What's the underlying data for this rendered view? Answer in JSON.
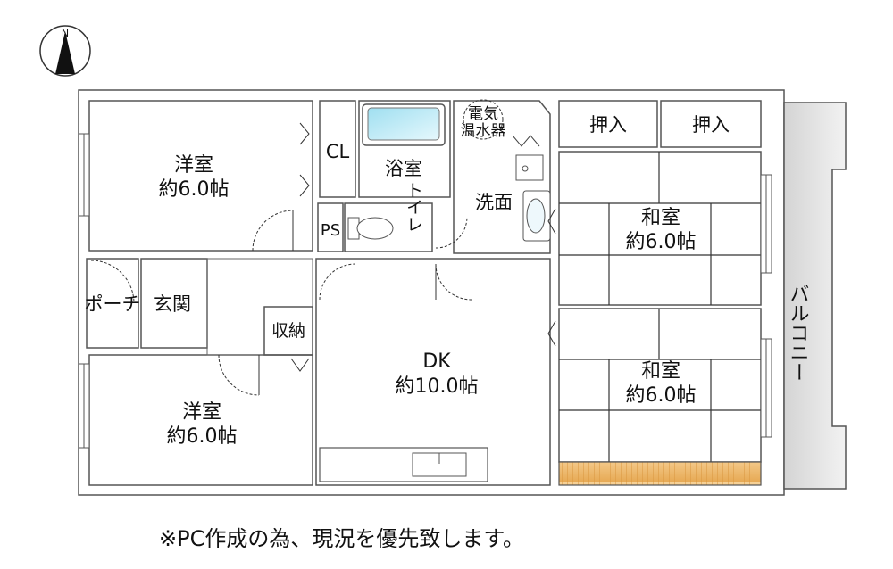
{
  "compass": {
    "north_label": "N"
  },
  "rooms": {
    "western_room_top": {
      "name": "洋室",
      "size": "約6.0帖"
    },
    "western_room_bottom": {
      "name": "洋室",
      "size": "約6.0帖"
    },
    "japanese_room_top": {
      "name": "和室",
      "size": "約6.0帖"
    },
    "japanese_room_bottom": {
      "name": "和室",
      "size": "約6.0帖"
    },
    "dk": {
      "name": "DK",
      "size": "約10.0帖"
    }
  },
  "labels": {
    "closet": "CL",
    "bathroom": "浴室",
    "water_heater_line1": "電気",
    "water_heater_line2": "温水器",
    "oshiire_left": "押入",
    "oshiire_right": "押入",
    "pipe_space": "PS",
    "toilet": "トイレ",
    "washroom": "洗面",
    "porch": "ポーチ",
    "entrance": "玄関",
    "storage": "収納",
    "balcony": "バルコニー"
  },
  "note": "※PC作成の為、現況を優先致します。",
  "colors": {
    "western_room": "#d8d8f2",
    "japanese_room": "#c8f0b4",
    "dk_center": "#ffffe0",
    "dk_edge": "#efd8ee",
    "bath_area": "#d4eef8",
    "oshiire": "#f6d6da",
    "balcony": "#e4e4e4",
    "floor_board": "#f0c080"
  }
}
